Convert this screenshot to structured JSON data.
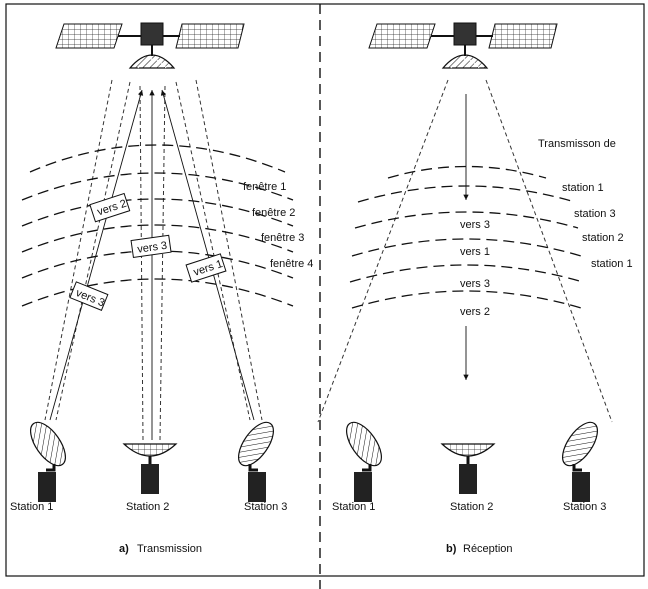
{
  "panel_a": {
    "caption_letter": "a)",
    "caption_text": "Transmission",
    "windows": [
      "fenêtre 1",
      "fenêtre 2",
      "fenêtre 3",
      "fenêtre 4"
    ],
    "packets": [
      "vers 2",
      "vers 3",
      "vers 3",
      "vers 1"
    ],
    "stations": [
      "Station 1",
      "Station 2",
      "Station 3"
    ]
  },
  "panel_b": {
    "caption_letter": "b)",
    "caption_text": "Réception",
    "transmission_header": "Transmisson de",
    "source_stations": [
      "station 1",
      "station 3",
      "station 2",
      "station 1"
    ],
    "packets": [
      "vers 3",
      "vers 1",
      "vers 3",
      "vers 2"
    ],
    "stations": [
      "Station 1",
      "Station 2",
      "Station 3"
    ]
  }
}
